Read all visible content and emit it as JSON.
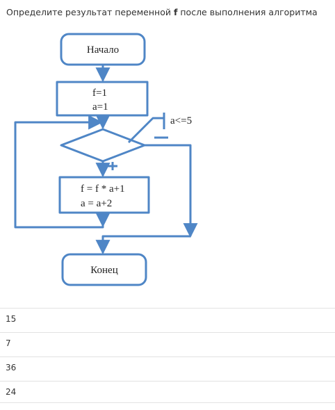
{
  "question": {
    "prefix": "Определите результат переменной ",
    "variable": "f",
    "suffix": " после выполнения алгоритма"
  },
  "flowchart": {
    "start_label": "Начало",
    "init_line1": "f=1",
    "init_line2": "a=1",
    "condition_label": "a<=5",
    "body_line1": "f = f * a+1",
    "body_line2": "a = a+2",
    "end_label": "Конец",
    "stroke_color": "#4f86c6"
  },
  "answers": [
    {
      "label": "15"
    },
    {
      "label": "7"
    },
    {
      "label": "36"
    },
    {
      "label": "24"
    }
  ]
}
